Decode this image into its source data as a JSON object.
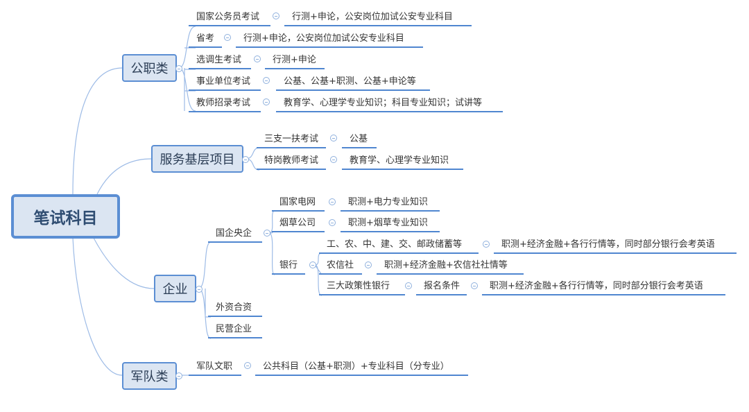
{
  "root": "笔试科目",
  "branches": [
    {
      "label": "公职类",
      "children": [
        {
          "label": "国家公务员考试",
          "detail": "行测+申论，公安岗位加试公安专业科目"
        },
        {
          "label": "省考",
          "detail": "行测+申论，公安岗位加试公安专业科目"
        },
        {
          "label": "选调生考试",
          "detail": "行测+申论"
        },
        {
          "label": "事业单位考试",
          "detail": "公基、公基+职测、公基+申论等"
        },
        {
          "label": "教师招录考试",
          "detail": "教育学、心理学专业知识；科目专业知识；试讲等"
        }
      ]
    },
    {
      "label": "服务基层项目",
      "children": [
        {
          "label": "三支一扶考试",
          "detail": "公基"
        },
        {
          "label": "特岗教师考试",
          "detail": "教育学、心理学专业知识"
        }
      ]
    },
    {
      "label": "企业",
      "children": [
        {
          "label": "国企央企",
          "children": [
            {
              "label": "国家电网",
              "detail": "职测+电力专业知识"
            },
            {
              "label": "烟草公司",
              "detail": "职测+烟草专业知识"
            },
            {
              "label": "银行",
              "children": [
                {
                  "label": "工、农、中、建、交、邮政储蓄等",
                  "detail": "职测+经济金融+各行行情等，同时部分银行会考英语"
                },
                {
                  "label": "农信社",
                  "detail": "职测+经济金融+农信社社情等"
                },
                {
                  "label": "三大政策性银行",
                  "sub": "报名条件",
                  "detail": "职测+经济金融+各行行情等，同时部分银行会考英语"
                }
              ]
            }
          ]
        },
        {
          "label": "外资合资"
        },
        {
          "label": "民营企业"
        }
      ]
    },
    {
      "label": "军队类",
      "children": [
        {
          "label": "军队文职",
          "detail": "公共科目（公基+职测）+专业科目（分专业）"
        }
      ]
    }
  ]
}
